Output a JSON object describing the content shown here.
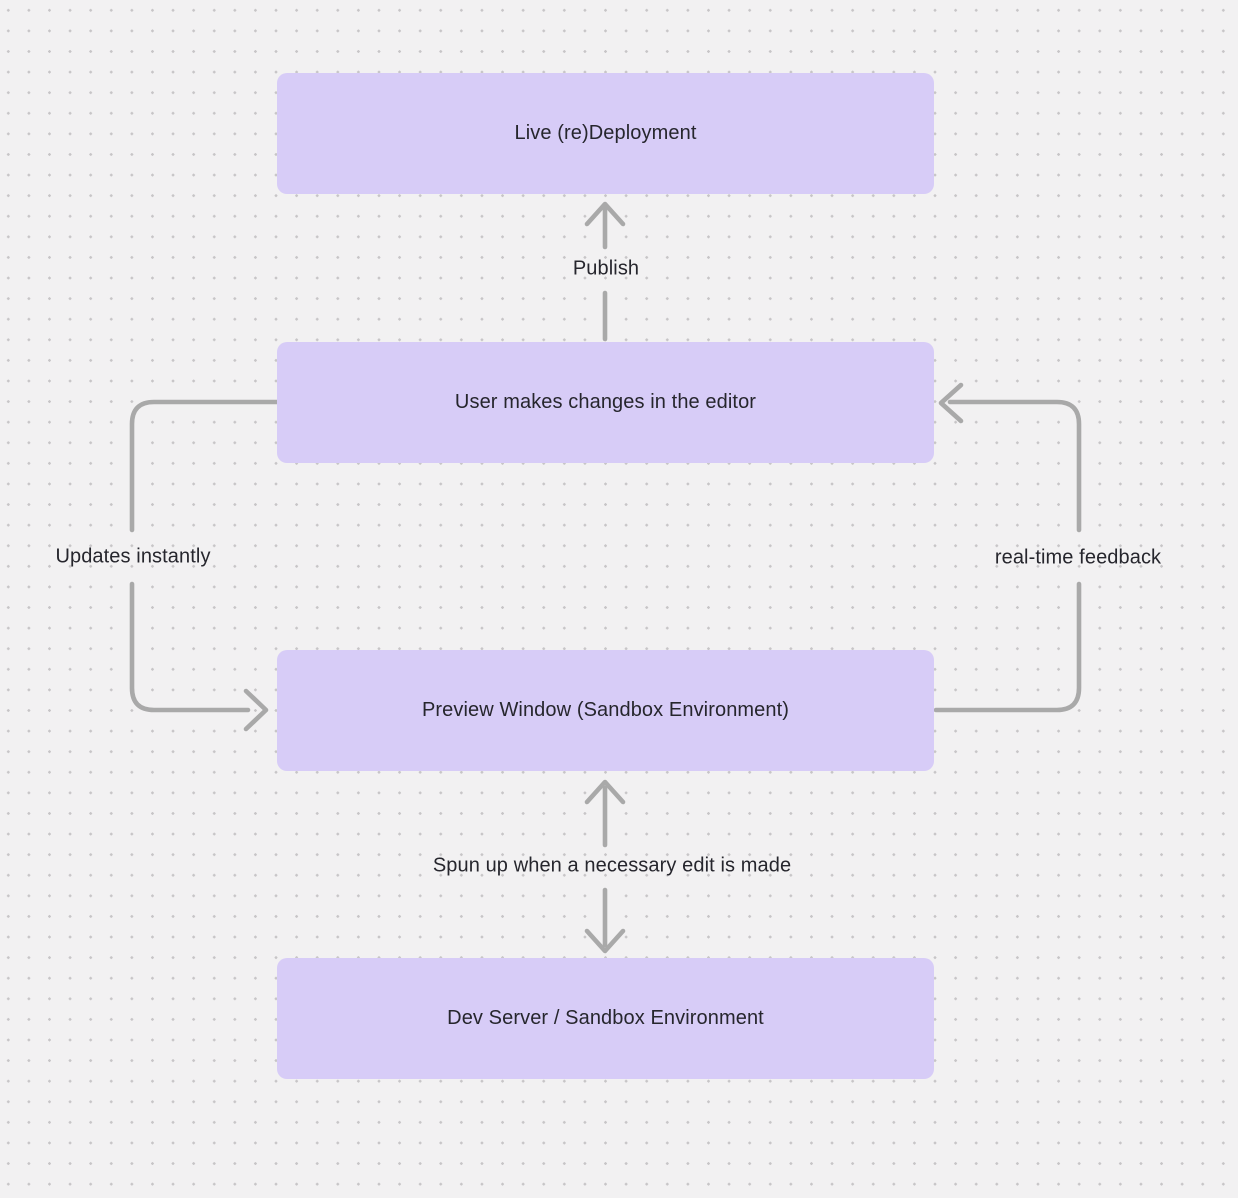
{
  "diagram": {
    "nodes": [
      {
        "id": "live-redeployment",
        "label": "Live (re)Deployment"
      },
      {
        "id": "editor",
        "label": "User makes changes in the editor"
      },
      {
        "id": "preview-window",
        "label": "Preview Window (Sandbox Environment)"
      },
      {
        "id": "dev-server",
        "label": "Dev Server / Sandbox Environment"
      }
    ],
    "edges": [
      {
        "label": "Publish",
        "from": "editor",
        "to": "live-redeployment",
        "direction": "up"
      },
      {
        "label": "Updates instantly",
        "from": "editor",
        "to": "preview-window",
        "direction": "down-left-loop"
      },
      {
        "label": "real-time feedback",
        "from": "preview-window",
        "to": "editor",
        "direction": "up-right-loop"
      },
      {
        "label": "Spun up when a necessary edit is made",
        "from": "preview-window",
        "to": "dev-server",
        "direction": "both"
      }
    ],
    "colors": {
      "background": "#f2f1f2",
      "dot": "#c7c5c7",
      "node_fill": "#d7ccf7",
      "edge_line": "#a9a9a9",
      "text": "#26262d"
    }
  }
}
